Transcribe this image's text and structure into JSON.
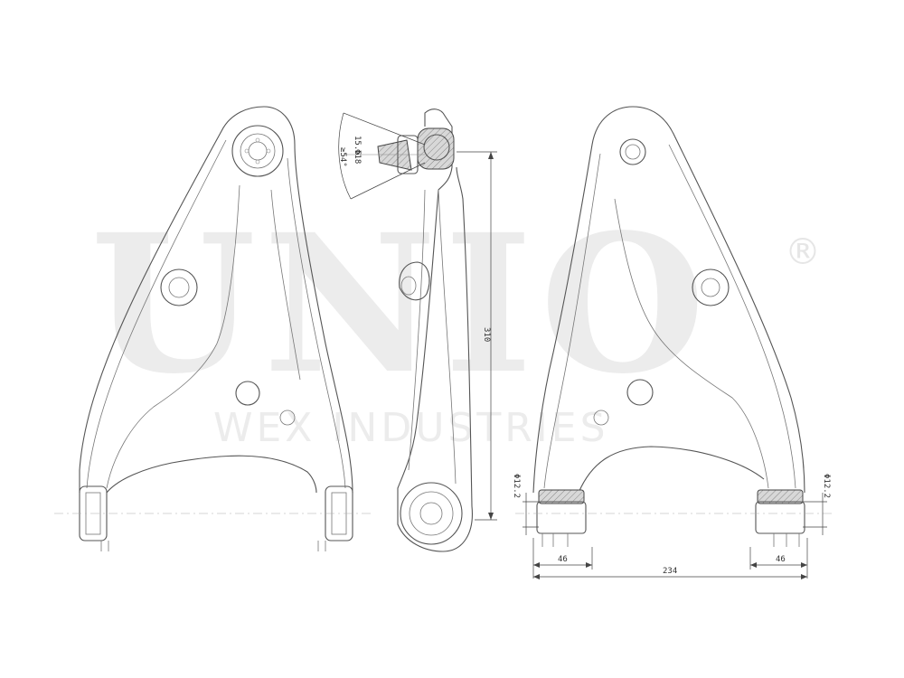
{
  "watermark": {
    "brand": "UNIO",
    "registered": "®",
    "subtitle": "WEX INDUSTRIES"
  },
  "dimensions": {
    "height": "310",
    "width_total": "234",
    "left_offset": "46",
    "right_offset": "46",
    "bushing_diameter_left": "Φ12.2",
    "bushing_diameter_right": "Φ12.2",
    "ball_joint_length": "15.5",
    "ball_joint_diameter": "Φ18",
    "ball_joint_angle": "≥54°"
  }
}
